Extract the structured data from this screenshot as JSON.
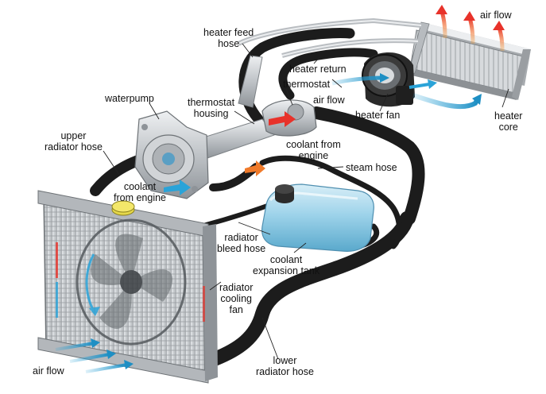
{
  "labels": {
    "heater_feed_hose": [
      "heater feed",
      "hose"
    ],
    "air_flow_top": "air flow",
    "heater_return": "heater return",
    "thermostat": "thermostat",
    "waterpump": "waterpump",
    "thermostat_housing": [
      "thermostat",
      "housing"
    ],
    "air_flow_mid": "air flow",
    "heater_fan": "heater fan",
    "heater_core": [
      "heater",
      "core"
    ],
    "upper_radiator_hose": [
      "upper",
      "radiator hose"
    ],
    "coolant_from_engine_right": [
      "coolant from",
      "engine"
    ],
    "steam_hose": "steam hose",
    "coolant_from_engine_left": [
      "coolant",
      "from engine"
    ],
    "radiator_bleed_hose": [
      "radiator",
      "bleed hose"
    ],
    "coolant_expansion_tank": [
      "coolant",
      "expansion tank"
    ],
    "radiator_cooling_fan": [
      "radiator",
      "cooling",
      "fan"
    ],
    "air_flow_bottom": "air flow",
    "lower_radiator_hose": [
      "lower",
      "radiator hose"
    ]
  },
  "colors": {
    "hose": "#1c1c1c",
    "coolant_tank": "#7fc6e4",
    "metal": "#c4c8cc",
    "radiator": "#cfd3d6",
    "hot_arrow": "#e8322a",
    "cold_arrow": "#2aa3d8"
  }
}
